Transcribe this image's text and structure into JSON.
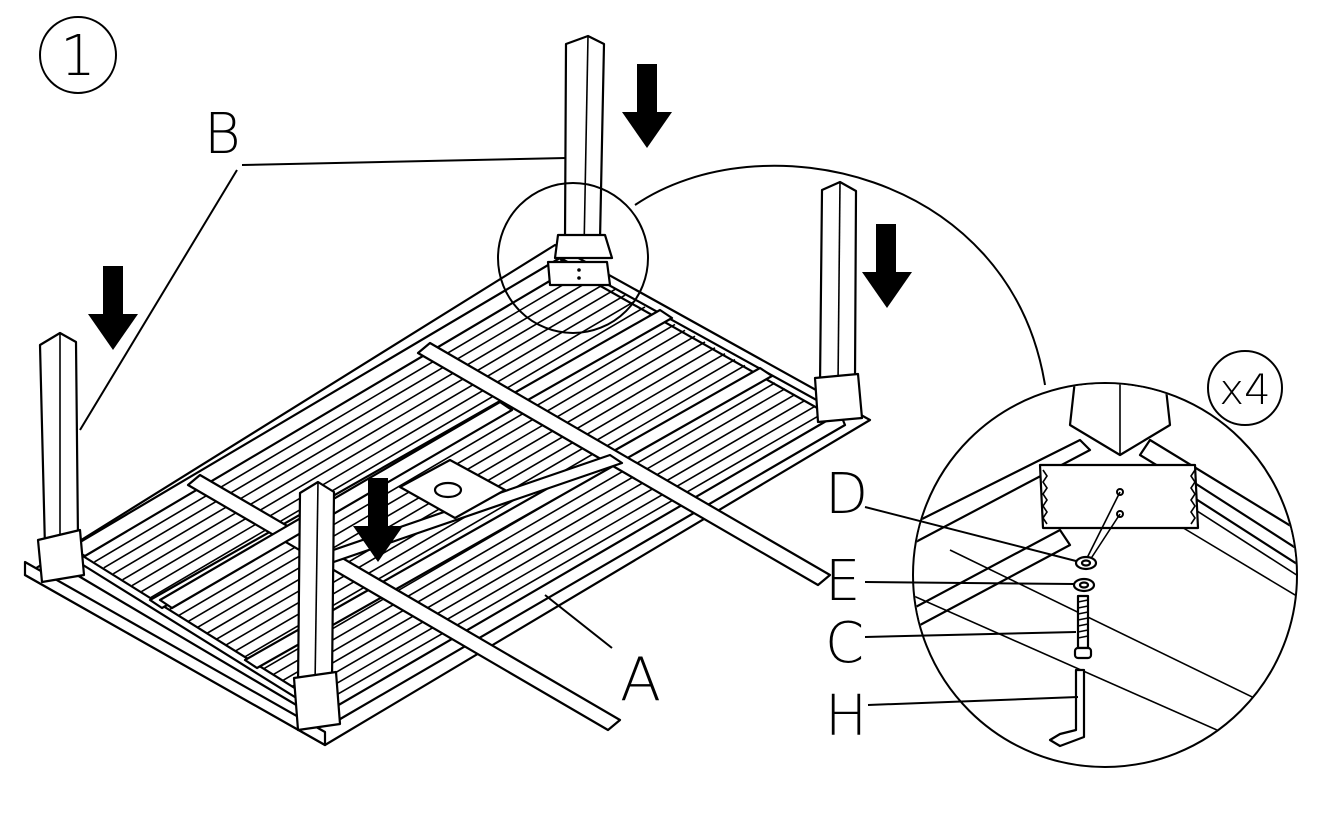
{
  "step": {
    "number": "1",
    "quantity": "x4"
  },
  "parts": {
    "a": "A",
    "b": "B",
    "c": "C",
    "d": "D",
    "e": "E",
    "h": "H"
  }
}
